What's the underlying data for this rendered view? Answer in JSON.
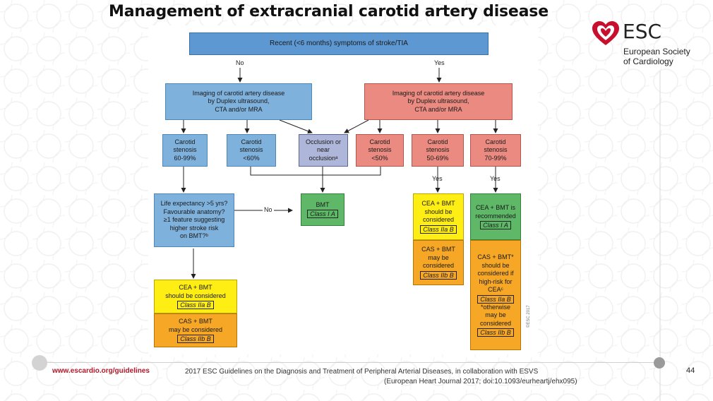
{
  "slide": {
    "title": "Management of extracranial carotid artery disease",
    "page_number": "44"
  },
  "logo": {
    "acronym": "ESC",
    "name_line1": "European Society",
    "name_line2": "of Cardiology",
    "color": "#c8102e"
  },
  "flowchart": {
    "top": "Recent (<6 months) symptoms of stroke/TIA",
    "no_label": "No",
    "yes_label": "Yes",
    "imaging_lines": [
      "Imaging of carotid artery disease",
      "by Duplex ultrasound,",
      "CTA and/or MRA"
    ],
    "stenosis_60_99": [
      "Carotid",
      "stenosis",
      "60-99%"
    ],
    "stenosis_lt60": [
      "Carotid",
      "stenosis",
      "<60%"
    ],
    "occlusion": [
      "Occlusion or",
      "near",
      "occlusionᵃ"
    ],
    "stenosis_lt50": [
      "Carotid",
      "stenosis",
      "<50%"
    ],
    "stenosis_50_69": [
      "Carotid",
      "stenosis",
      "50-69%"
    ],
    "stenosis_70_99": [
      "Carotid",
      "stenosis",
      "70-99%"
    ],
    "life_expectancy": [
      "Life expectancy >5 yrs?",
      "Favourable anatomy?",
      "≥1 feature suggesting",
      "higher stroke risk",
      "on BMT?ᵇ"
    ],
    "bmt": {
      "lines": [
        "BMT"
      ],
      "class": "Class I A"
    },
    "cea_left": {
      "lines": [
        "CEA + BMT",
        "should be considered"
      ],
      "class": "Class IIa B"
    },
    "cas_left": {
      "lines": [
        "CAS + BMT",
        "may be considered"
      ],
      "class": "Class IIb B"
    },
    "cea_5069": {
      "lines": [
        "CEA + BMT",
        "should be",
        "considered"
      ],
      "class": "Class IIa B"
    },
    "cas_5069": {
      "lines": [
        "CAS + BMT",
        "may be",
        "considered"
      ],
      "class": "Class IIb B"
    },
    "cea_7099": {
      "lines": [
        "CEA + BMT is",
        "recommended"
      ],
      "class": "Class I A"
    },
    "cas_7099": {
      "lines": [
        "CAS + BMT*",
        "should be",
        "considered if",
        "high-risk for",
        "CEAᶜ"
      ],
      "class": "Class IIa B",
      "lines2": [
        "*otherwise",
        "may be",
        "considered"
      ],
      "class2": "Class IIb B"
    },
    "copyright": "©ESC 2017"
  },
  "colors": {
    "light_blue": "#7fb1dd",
    "blue": "#5d98d2",
    "red": "#ea8a80",
    "purple": "#aeb6d9",
    "green": "#5fb868",
    "yellow": "#ffee14",
    "orange": "#f6a726"
  },
  "footer": {
    "url": "www.escardio.org/guidelines",
    "ref_line1": "2017 ESC Guidelines on the Diagnosis and Treatment of Peripheral Arterial Diseases, in collaboration with ESVS",
    "ref_line2": "(European Heart Journal 2017; doi:10.1093/eurheartj/ehx095)"
  }
}
